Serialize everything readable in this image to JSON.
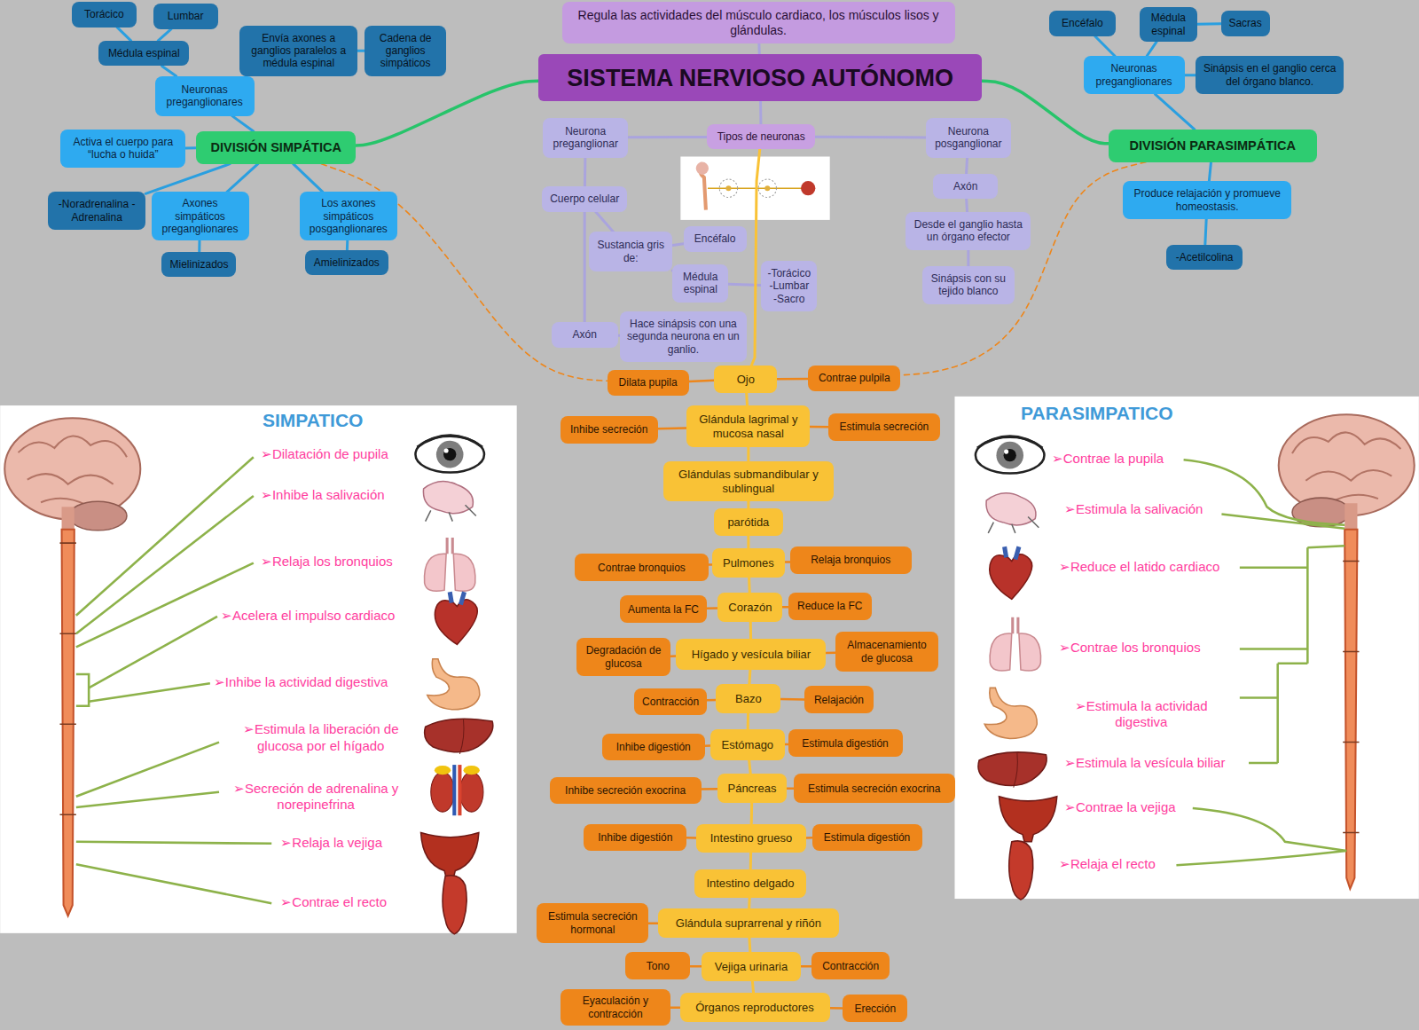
{
  "diagram": {
    "nodes": [
      {
        "text": [
          "Regula las actividades del músculo cardiaco, los músculos lisos y glándulas."
        ]
      },
      {
        "text": [
          "SISTEMA NERVIOSO AUTÓNOMO"
        ]
      },
      {
        "text": [
          "DIVISIÓN SIMPÁTICA"
        ]
      },
      {
        "text": [
          "DIVISIÓN PARASIMPÁTICA"
        ]
      },
      {
        "text": [
          "Tipos de neuronas"
        ]
      },
      {
        "text": [
          "Neurona preganglionar"
        ]
      },
      {
        "text": [
          "Neurona posganglionar"
        ]
      },
      {
        "text": [
          "Neuronas preganglionares"
        ]
      },
      {
        "text": [
          "Médula espinal"
        ]
      },
      {
        "text": [
          "Torácico"
        ]
      },
      {
        "text": [
          "Lumbar"
        ]
      },
      {
        "text": [
          "Envía axones a ganglios paralelos a médula espinal"
        ]
      },
      {
        "text": [
          "Cadena de ganglios simpáticos"
        ]
      },
      {
        "text": [
          "Activa el cuerpo para “lucha o huida”"
        ]
      },
      {
        "text": [
          "-Noradrenalina -Adrenalina"
        ]
      },
      {
        "text": [
          "Axones simpáticos preganglionares"
        ]
      },
      {
        "text": [
          "Mielinizados"
        ]
      },
      {
        "text": [
          "Los axones simpáticos posganglionares"
        ]
      },
      {
        "text": [
          "Amielinizados"
        ]
      },
      {
        "text": [
          "Neuronas preganglionares"
        ]
      },
      {
        "text": [
          "Encéfalo"
        ]
      },
      {
        "text": [
          "Médula espinal"
        ]
      },
      {
        "text": [
          "Sacras"
        ]
      },
      {
        "text": [
          "Sinápsis en el ganglio cerca del órgano blanco."
        ]
      },
      {
        "text": [
          "Produce relajación y promueve homeostasis."
        ]
      },
      {
        "text": [
          "-Acetilcolina"
        ]
      },
      {
        "text": [
          "Cuerpo celular"
        ]
      },
      {
        "text": [
          "Sustancia gris de:"
        ]
      },
      {
        "text": [
          "Encéfalo"
        ]
      },
      {
        "text": [
          "Médula espinal"
        ]
      },
      {
        "text": [
          "-Torácico -Lumbar -Sacro"
        ]
      },
      {
        "text": [
          "Axón"
        ]
      },
      {
        "text": [
          "Hace sinápsis con una segunda neurona en un ganlio."
        ]
      },
      {
        "text": [
          "Axón"
        ]
      },
      {
        "text": [
          "Desde el ganglio hasta un órgano efector"
        ]
      },
      {
        "text": [
          "Sinápsis con su tejido blanco"
        ]
      },
      {
        "text": [
          "Dilata pupila"
        ]
      },
      {
        "text": [
          "Ojo"
        ]
      },
      {
        "text": [
          "Contrae pulpila"
        ]
      },
      {
        "text": [
          "Inhibe secreción"
        ]
      },
      {
        "text": [
          "Glándula lagrimal y mucosa nasal"
        ]
      },
      {
        "text": [
          "Estimula secreción"
        ]
      },
      {
        "text": [
          "Glándulas submandibular y sublingual"
        ]
      },
      {
        "text": [
          "parótida"
        ]
      },
      {
        "text": [
          "Contrae bronquios"
        ]
      },
      {
        "text": [
          "Pulmones"
        ]
      },
      {
        "text": [
          "Relaja bronquios"
        ]
      },
      {
        "text": [
          "Aumenta la FC"
        ]
      },
      {
        "text": [
          "Corazón"
        ]
      },
      {
        "text": [
          "Reduce la FC"
        ]
      },
      {
        "text": [
          "Degradación de glucosa"
        ]
      },
      {
        "text": [
          "Hígado y vesícula biliar"
        ]
      },
      {
        "text": [
          "Almacenamiento de glucosa"
        ]
      },
      {
        "text": [
          "Contracción"
        ]
      },
      {
        "text": [
          "Bazo"
        ]
      },
      {
        "text": [
          "Relajación"
        ]
      },
      {
        "text": [
          "Inhibe digestión"
        ]
      },
      {
        "text": [
          "Estómago"
        ]
      },
      {
        "text": [
          "Estimula digestión"
        ]
      },
      {
        "text": [
          "Inhibe secreción exocrina"
        ]
      },
      {
        "text": [
          "Páncreas"
        ]
      },
      {
        "text": [
          "Estimula secreción exocrina"
        ]
      },
      {
        "text": [
          "Inhibe digestión"
        ]
      },
      {
        "text": [
          "Intestino grueso"
        ]
      },
      {
        "text": [
          "Estimula digestión"
        ]
      },
      {
        "text": [
          "Intestino delgado"
        ]
      },
      {
        "text": [
          "Estimula secreción hormonal"
        ]
      },
      {
        "text": [
          "Glándula suprarrenal y riñón"
        ]
      },
      {
        "text": [
          "Tono"
        ]
      },
      {
        "text": [
          "Vejiga urinaria"
        ]
      },
      {
        "text": [
          "Contracción"
        ]
      },
      {
        "text": [
          "Eyaculación y contracción"
        ]
      },
      {
        "text": [
          "Órganos reproductores"
        ]
      },
      {
        "text": [
          "Erección"
        ]
      }
    ],
    "edges": [
      {
        "from": 0,
        "to": 1,
        "arrow": "none"
      },
      {
        "from": 1,
        "to": 2,
        "arrow": "none"
      },
      {
        "from": 1,
        "to": 3,
        "arrow": "none"
      },
      {
        "from": 1,
        "to": 4,
        "arrow": "none"
      },
      {
        "from": 4,
        "to": 5,
        "arrow": "none"
      },
      {
        "from": 4,
        "to": 6,
        "arrow": "none"
      },
      {
        "from": 2,
        "to": 7,
        "arrow": "none"
      },
      {
        "from": 7,
        "to": 8,
        "arrow": "none"
      },
      {
        "from": 8,
        "to": 9,
        "arrow": "none"
      },
      {
        "from": 8,
        "to": 10,
        "arrow": "none"
      },
      {
        "from": 7,
        "to": 11,
        "arrow": "none"
      },
      {
        "from": 11,
        "to": 12,
        "arrow": "none"
      },
      {
        "from": 2,
        "to": 13,
        "arrow": "none"
      },
      {
        "from": 2,
        "to": 14,
        "arrow": "none"
      },
      {
        "from": 2,
        "to": 15,
        "arrow": "none"
      },
      {
        "from": 15,
        "to": 16,
        "arrow": "none"
      },
      {
        "from": 2,
        "to": 17,
        "arrow": "none"
      },
      {
        "from": 17,
        "to": 18,
        "arrow": "none"
      },
      {
        "from": 3,
        "to": 19,
        "arrow": "none"
      },
      {
        "from": 19,
        "to": 20,
        "arrow": "none"
      },
      {
        "from": 19,
        "to": 21,
        "arrow": "none"
      },
      {
        "from": 21,
        "to": 22,
        "arrow": "none"
      },
      {
        "from": 19,
        "to": 23,
        "arrow": "none"
      },
      {
        "from": 3,
        "to": 24,
        "arrow": "none"
      },
      {
        "from": 24,
        "to": 25,
        "arrow": "none"
      },
      {
        "from": 5,
        "to": 26,
        "arrow": "none"
      },
      {
        "from": 26,
        "to": 27,
        "arrow": "none"
      },
      {
        "from": 27,
        "to": 28,
        "arrow": "none"
      },
      {
        "from": 27,
        "to": 29,
        "arrow": "none"
      },
      {
        "from": 29,
        "to": 30,
        "arrow": "none"
      },
      {
        "from": 26,
        "to": 31,
        "arrow": "none"
      },
      {
        "from": 31,
        "to": 32,
        "arrow": "none"
      },
      {
        "from": 6,
        "to": 33,
        "arrow": "none"
      },
      {
        "from": 33,
        "to": 34,
        "arrow": "none"
      },
      {
        "from": 34,
        "to": 35,
        "arrow": "none"
      },
      {
        "from": 4,
        "to": 37,
        "arrow": "none"
      },
      {
        "from": 37,
        "to": 40,
        "arrow": "none"
      },
      {
        "from": 40,
        "to": 42,
        "arrow": "none"
      },
      {
        "from": 42,
        "to": 43,
        "arrow": "none"
      },
      {
        "from": 43,
        "to": 45,
        "arrow": "none"
      },
      {
        "from": 45,
        "to": 48,
        "arrow": "none"
      },
      {
        "from": 48,
        "to": 51,
        "arrow": "none"
      },
      {
        "from": 51,
        "to": 54,
        "arrow": "none"
      },
      {
        "from": 54,
        "to": 57,
        "arrow": "none"
      },
      {
        "from": 57,
        "to": 60,
        "arrow": "none"
      },
      {
        "from": 60,
        "to": 63,
        "arrow": "none"
      },
      {
        "from": 63,
        "to": 65,
        "arrow": "none"
      },
      {
        "from": 65,
        "to": 67,
        "arrow": "none"
      },
      {
        "from": 67,
        "to": 69,
        "arrow": "none"
      },
      {
        "from": 69,
        "to": 72,
        "arrow": "none"
      },
      {
        "from": 37,
        "to": 36,
        "arrow": "none"
      },
      {
        "from": 37,
        "to": 38,
        "arrow": "none"
      },
      {
        "from": 40,
        "to": 39,
        "arrow": "none"
      },
      {
        "from": 40,
        "to": 41,
        "arrow": "none"
      },
      {
        "from": 45,
        "to": 44,
        "arrow": "none"
      },
      {
        "from": 45,
        "to": 46,
        "arrow": "none"
      },
      {
        "from": 48,
        "to": 47,
        "arrow": "none"
      },
      {
        "from": 48,
        "to": 49,
        "arrow": "none"
      },
      {
        "from": 51,
        "to": 50,
        "arrow": "none"
      },
      {
        "from": 51,
        "to": 52,
        "arrow": "none"
      },
      {
        "from": 54,
        "to": 53,
        "arrow": "none"
      },
      {
        "from": 54,
        "to": 55,
        "arrow": "none"
      },
      {
        "from": 57,
        "to": 56,
        "arrow": "none"
      },
      {
        "from": 57,
        "to": 58,
        "arrow": "none"
      },
      {
        "from": 60,
        "to": 59,
        "arrow": "none"
      },
      {
        "from": 60,
        "to": 61,
        "arrow": "none"
      },
      {
        "from": 63,
        "to": 62,
        "arrow": "none"
      },
      {
        "from": 63,
        "to": 64,
        "arrow": "none"
      },
      {
        "from": 67,
        "to": 66,
        "arrow": "none"
      },
      {
        "from": 69,
        "to": 68,
        "arrow": "none"
      },
      {
        "from": 69,
        "to": 70,
        "arrow": "none"
      },
      {
        "from": 72,
        "to": 71,
        "arrow": "none"
      },
      {
        "from": 72,
        "to": 73,
        "arrow": "none"
      },
      {
        "from": 2,
        "to": 36,
        "arrow": "none"
      },
      {
        "from": 3,
        "to": 38,
        "arrow": "none"
      }
    ],
    "labels": [
      "SIMPATICO",
      "➢Dilatación de pupila",
      "➢Inhibe la salivación",
      "➢Relaja los bronquios",
      "➢Acelera el impulso cardiaco",
      "➢Inhibe la actividad digestiva",
      "➢Estimula la liberación de glucosa por el hígado",
      "➢Secreción de adrenalina y norepinefrina",
      "➢Relaja la vejiga",
      "➢Contrae el recto",
      "PARASIMPATICO",
      "➢Contrae la pupila",
      "➢Estimula la salivación",
      "➢Reduce el latido cardiaco",
      "➢Contrae los bronquios",
      "➢Estimula la actividad digestiva",
      "➢Estimula la vesícula biliar",
      "➢Contrae la vejiga",
      "➢Relaja el recto"
    ]
  }
}
